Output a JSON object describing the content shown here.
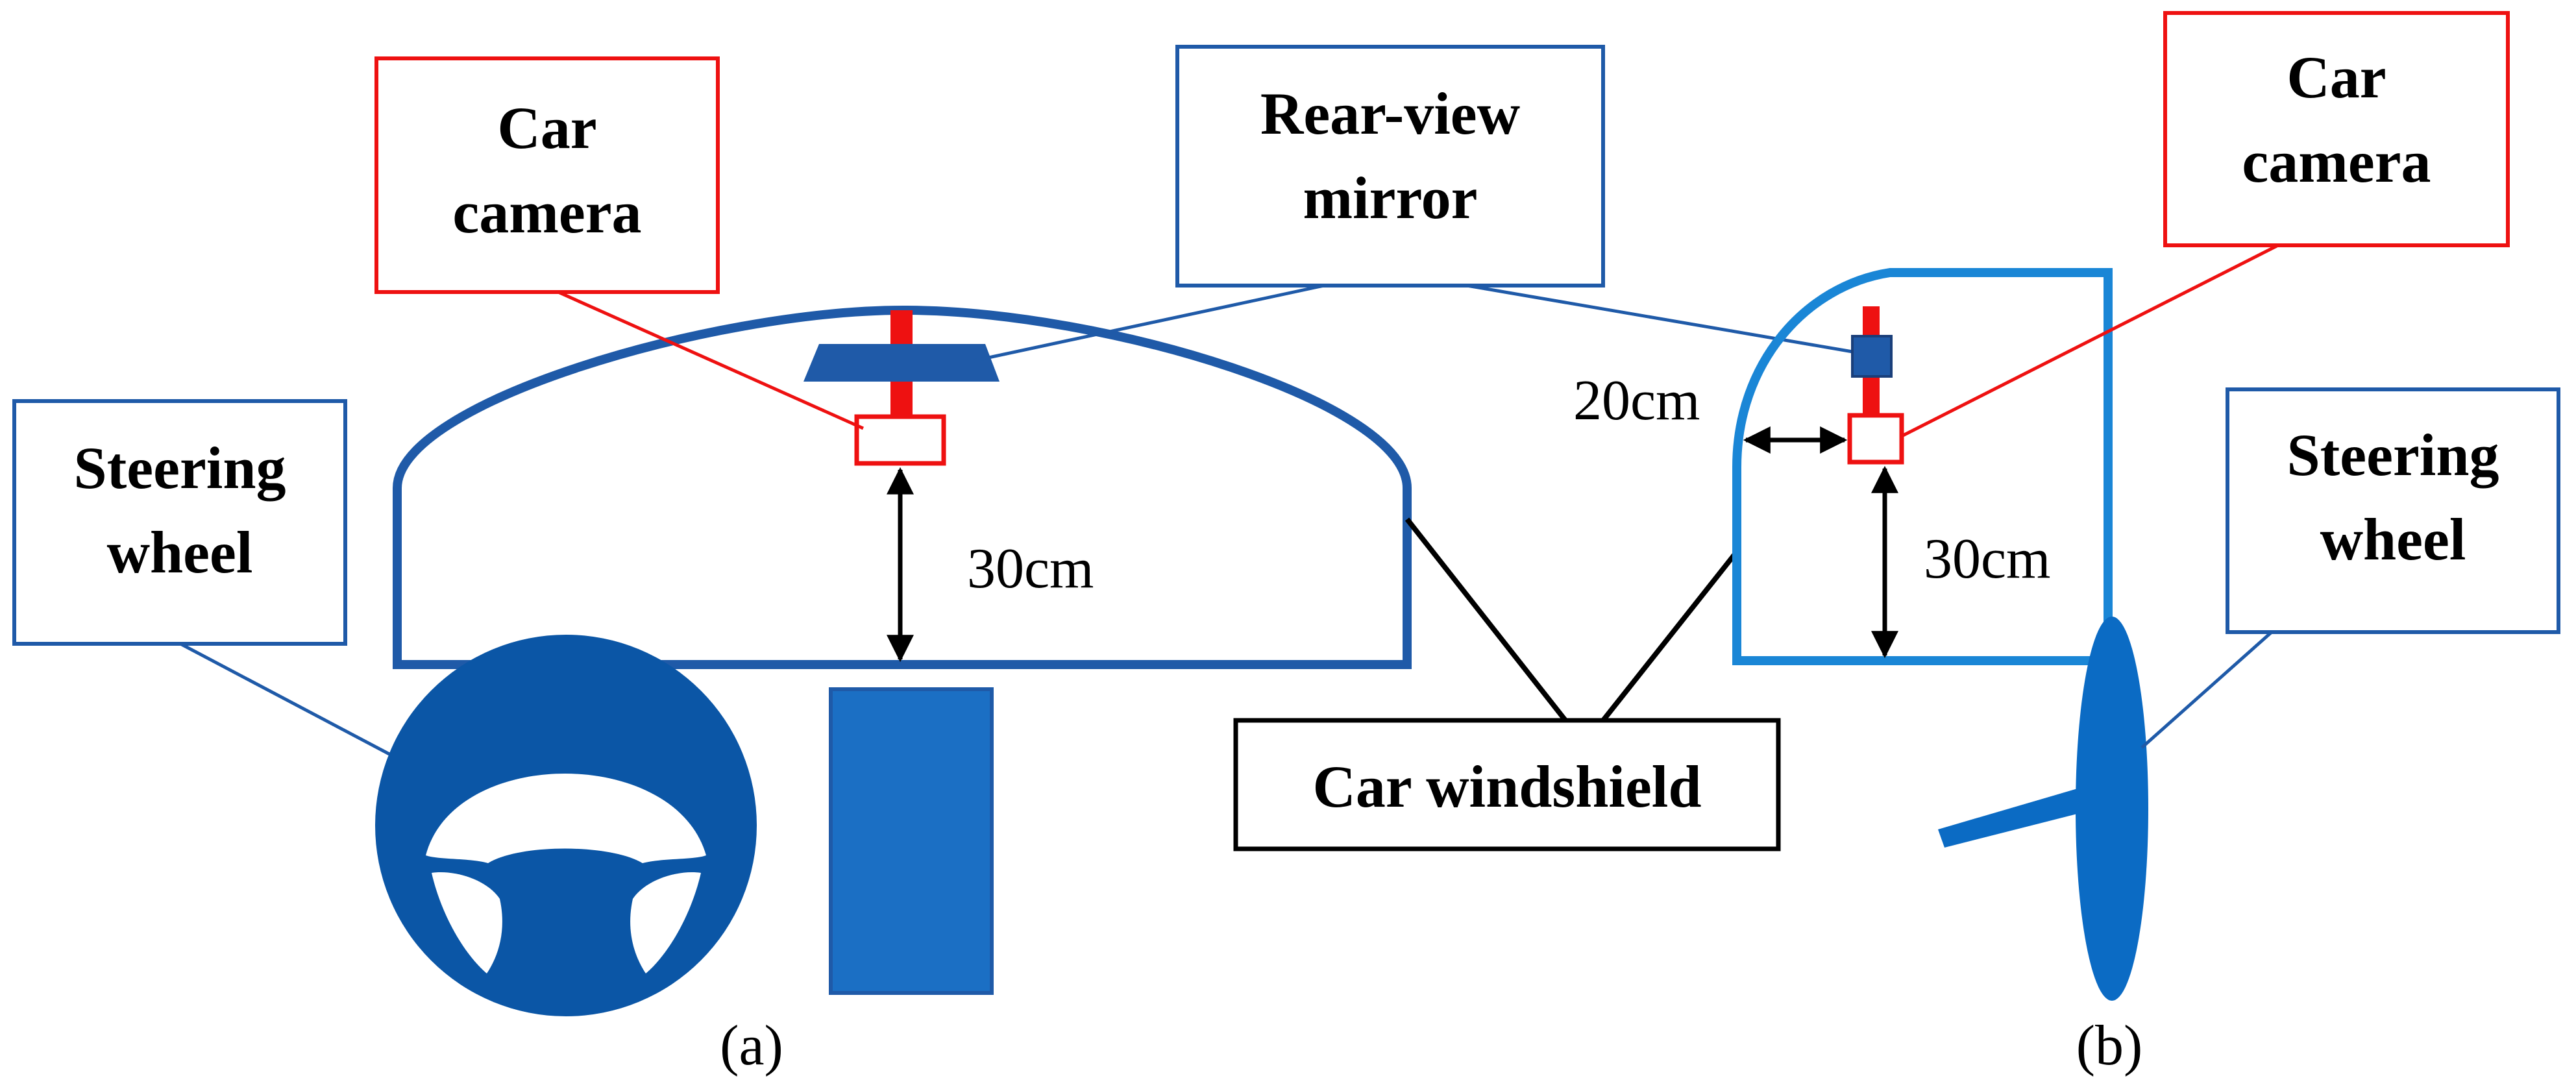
{
  "colors": {
    "background": "#ffffff",
    "windshield_front": "#1f5aa8",
    "windshield_side": "#1a86d6",
    "steering_wheel": "#0b56a6",
    "dark_blue_fill": "#1f5aa8",
    "mid_blue_fill": "#1b6fc4",
    "camera_red": "#ee1111",
    "leader_blue": "#1f5aa8",
    "leader_red": "#ee1111",
    "text": "#000000"
  },
  "panel_a": {
    "caption": "(a)",
    "car_camera_label": [
      "Car",
      "camera"
    ],
    "rear_view_mirror_label": [
      "Rear-view",
      "mirror"
    ],
    "steering_wheel_label": [
      "Steering",
      "wheel"
    ],
    "distance_label": "30cm",
    "icons": [
      "windshield-outline-icon",
      "steering-wheel-icon",
      "rear-view-mirror-icon",
      "car-camera-icon",
      "dashboard-block-icon"
    ]
  },
  "panel_b": {
    "caption": "(b)",
    "car_camera_label": [
      "Car",
      "camera"
    ],
    "steering_wheel_label": [
      "Steering",
      "wheel"
    ],
    "distance_vertical_label": "30cm",
    "distance_horizontal_label": "20cm",
    "icons": [
      "windshield-side-icon",
      "steering-wheel-side-icon",
      "rear-view-mirror-side-icon",
      "car-camera-side-icon"
    ]
  },
  "shared": {
    "windshield_label": "Car windshield"
  }
}
